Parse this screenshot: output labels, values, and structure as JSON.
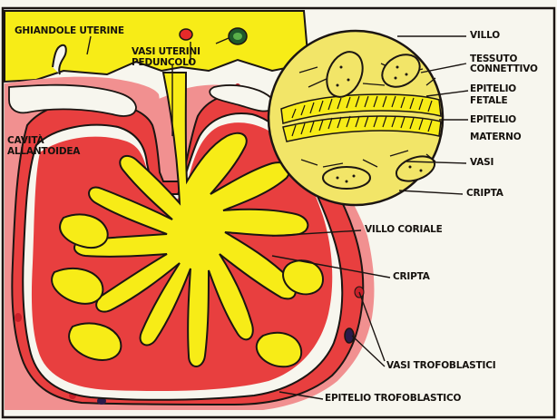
{
  "labels": {
    "ghiandole_uterine": "GHIANDOLE UTERINE",
    "vasi_uterini": "VASI UTERINI",
    "peduncolo": "PEDUNCOLO",
    "cavita": "CAVITÀ",
    "allantoidea": "ALLANTOIDEA",
    "villo": "VILLO",
    "tessuto": "TESSUTO",
    "connettivo": "CONNETTIVO",
    "epitelio_fetale_1": "EPITELIO",
    "epitelio_fetale_2": "FETALE",
    "epitelio_materno_1": "EPITELIO",
    "epitelio_materno_2": "MATERNO",
    "vasi": "VASI",
    "cripta_inset": "CRIPTA",
    "villo_coriale": "VILLO CORIALE",
    "cripta": "CRIPTA",
    "vasi_trofoblastici": "VASI TROFOBLASTICI",
    "epitelio_trofoblastico": "EPITELIO TROFOBLASTICO"
  },
  "colors": {
    "yellow": "#f7ec17",
    "red": "#e83f3f",
    "pink": "#f19090",
    "line": "#1b1512",
    "inset_yellow": "#f2e568",
    "paper": "#f7f6ee"
  }
}
